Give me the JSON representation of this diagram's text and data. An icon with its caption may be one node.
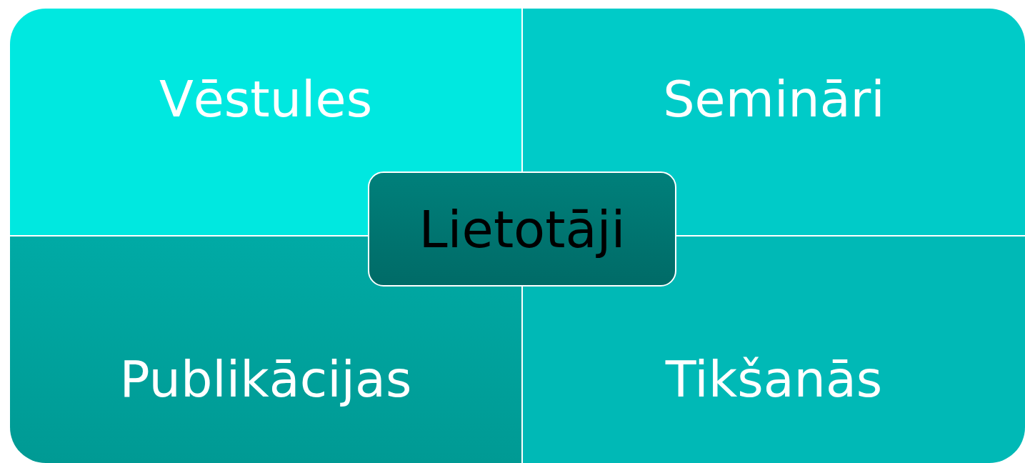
{
  "diagram": {
    "nodes": [
      {
        "text": [
          "Vēstules"
        ]
      },
      {
        "text": [
          "Semināri"
        ]
      },
      {
        "text": [
          "Lietotāji"
        ]
      },
      {
        "text": [
          "Publikācijas"
        ]
      },
      {
        "text": [
          "Tikšanās"
        ]
      }
    ],
    "edges": []
  }
}
